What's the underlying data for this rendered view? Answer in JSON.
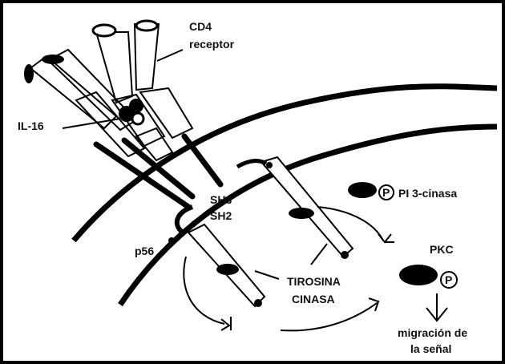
{
  "labels": {
    "cd4_line1": "CD4",
    "cd4_line2": "receptor",
    "il16": "IL-16",
    "sh3": "SH3",
    "sh2": "SH2",
    "p56": "p56",
    "pi3": "PI 3-cinasa",
    "p_symbol": "P",
    "pkc": "PKC",
    "tirosina_line1": "TIROSINA",
    "tirosina_line2": "CINASA",
    "migracion_line1": "migración de",
    "migracion_line2": "la señal"
  }
}
